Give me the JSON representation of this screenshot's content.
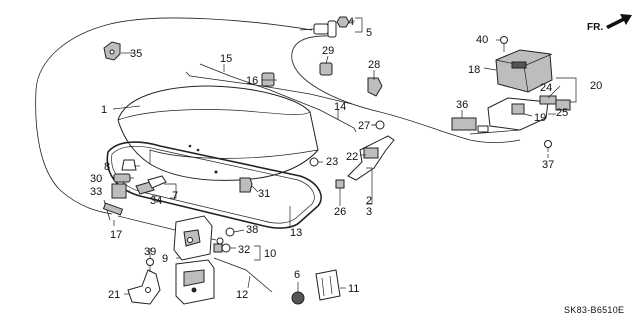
{
  "direction_label": "FR.",
  "diagram_code": "SK83-B6510E",
  "callouts": [
    "1",
    "2",
    "3",
    "4",
    "5",
    "6",
    "7",
    "8",
    "9",
    "10",
    "11",
    "12",
    "13",
    "14",
    "15",
    "16",
    "17",
    "18",
    "19",
    "20",
    "21",
    "22",
    "23",
    "24",
    "25",
    "26",
    "27",
    "28",
    "29",
    "30",
    "31",
    "32",
    "33",
    "34",
    "35",
    "36",
    "37",
    "38",
    "39",
    "40"
  ]
}
